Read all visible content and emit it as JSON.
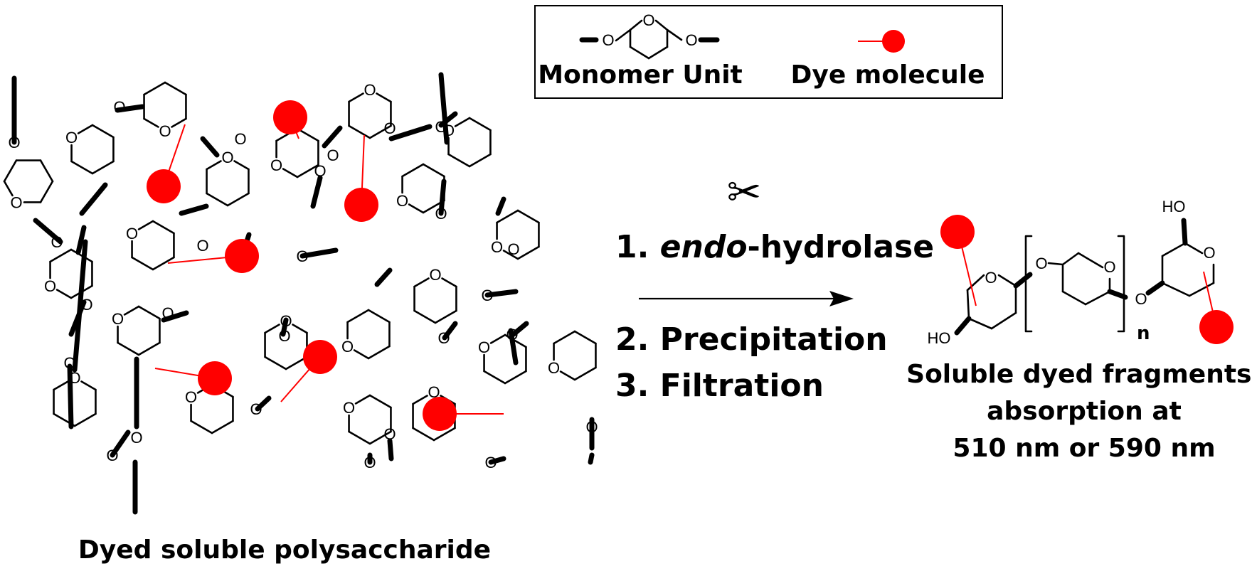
{
  "legend": {
    "monomer_label": "Monomer Unit",
    "dye_label": "Dye molecule"
  },
  "steps": {
    "step1_number": "1. ",
    "step1_italic": "endo",
    "step1_rest": "-hydrolase",
    "step2": "2. Precipitation",
    "step3": "3. Filtration"
  },
  "left_caption": "Dyed soluble polysaccharide",
  "product": {
    "caption_line1": "Soluble dyed fragments:",
    "caption_line2": "absorption at",
    "caption_line3": "510 nm or 590 nm",
    "repeat_subscript": "n",
    "end_group_top": "HO",
    "end_group_bottom": "HO"
  },
  "atoms": {
    "oxygen": "O"
  },
  "icons": {
    "cleavage": "scissors-icon"
  },
  "colors": {
    "dye": "#ff0000",
    "structure": "#000000",
    "background": "#ffffff"
  }
}
